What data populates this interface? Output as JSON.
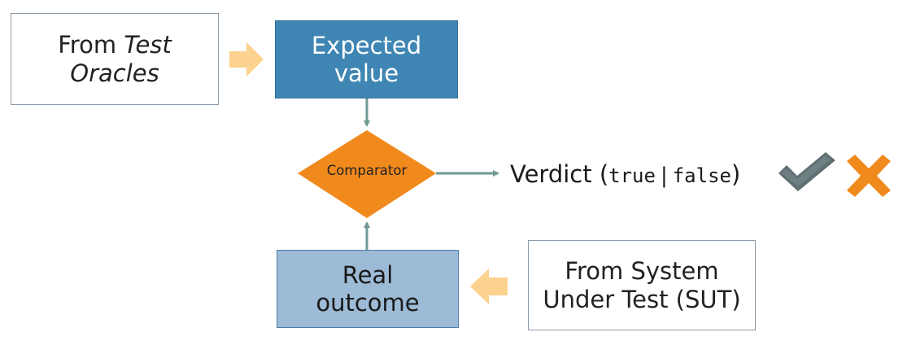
{
  "oracle_box": {
    "prefix": "From ",
    "italic_1": "Test",
    "italic_2": "Oracles"
  },
  "expected_box": {
    "line1": "Expected",
    "line2": "value"
  },
  "comparator": {
    "label": "Comparator"
  },
  "verdict": {
    "word": "Verdict (",
    "true_text": "true",
    "separator": "|",
    "false_text": "false",
    "close": ")"
  },
  "real_box": {
    "line1": "Real",
    "line2": "outcome"
  },
  "sut_box": {
    "line1": "From System",
    "line2": "Under Test (SUT)"
  },
  "icons": [
    "check-icon",
    "cross-icon",
    "arrow-right-icon",
    "arrow-left-icon"
  ],
  "colors": {
    "expected_fill": "#3f86b4",
    "real_fill": "#9dbbd6",
    "comparator_fill": "#f08a1d",
    "connector": "#6e9a92",
    "block_arrow": "#fbd28e",
    "check": "#5f6f72",
    "cross": "#f08a1d"
  }
}
